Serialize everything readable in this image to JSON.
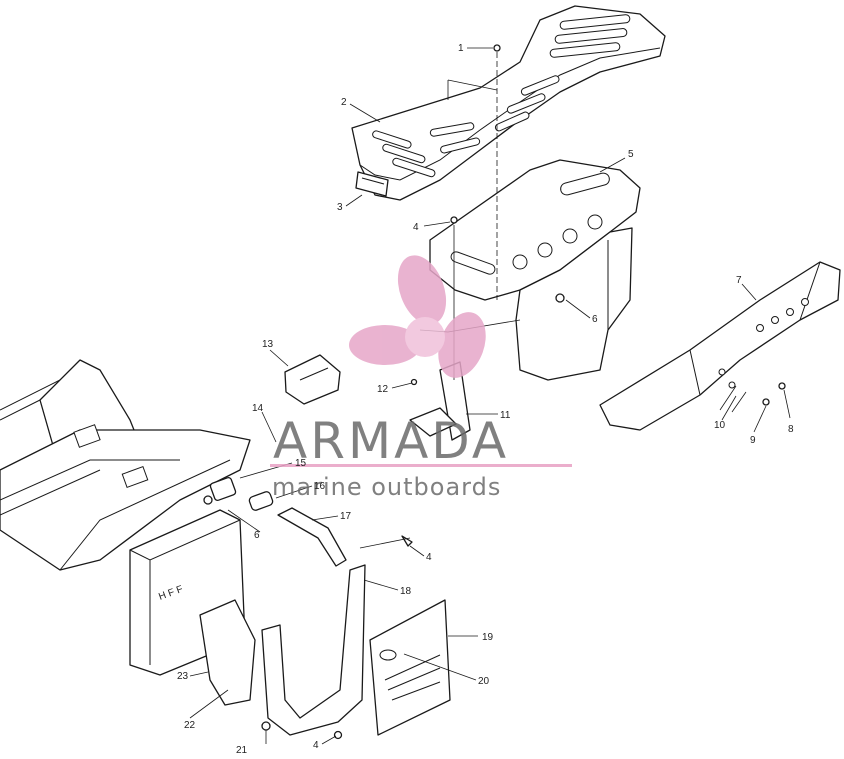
{
  "diagram": {
    "callouts": [
      {
        "id": "c1",
        "text": "1"
      },
      {
        "id": "c2",
        "text": "2"
      },
      {
        "id": "c3",
        "text": "3"
      },
      {
        "id": "c4a",
        "text": "4"
      },
      {
        "id": "c5",
        "text": "5"
      },
      {
        "id": "c6a",
        "text": "6"
      },
      {
        "id": "c7",
        "text": "7"
      },
      {
        "id": "c8",
        "text": "8"
      },
      {
        "id": "c9a",
        "text": "9"
      },
      {
        "id": "c10",
        "text": "10"
      },
      {
        "id": "c11",
        "text": "11"
      },
      {
        "id": "c12",
        "text": "12"
      },
      {
        "id": "c13",
        "text": "13"
      },
      {
        "id": "c14",
        "text": "14"
      },
      {
        "id": "c15",
        "text": "15"
      },
      {
        "id": "c16",
        "text": "16"
      },
      {
        "id": "c17",
        "text": "17"
      },
      {
        "id": "c18",
        "text": "18"
      },
      {
        "id": "c19",
        "text": "19"
      },
      {
        "id": "c20",
        "text": "20"
      },
      {
        "id": "c21",
        "text": "21"
      },
      {
        "id": "c22",
        "text": "22"
      },
      {
        "id": "c23",
        "text": "23"
      },
      {
        "id": "c6b",
        "text": "6"
      },
      {
        "id": "c4b",
        "text": "4"
      },
      {
        "id": "c4c",
        "text": "4"
      },
      {
        "id": "c9b",
        "text": "9"
      }
    ]
  },
  "watermark": {
    "brand": "ARMADA",
    "tagline": "marine outboards",
    "logo_icon": "propeller-logo-icon",
    "colors": {
      "logo": "#e6a6c8",
      "logo_hub": "#f0c0da",
      "text": "#6b6b6b",
      "rule": "#e8a0c4"
    }
  }
}
